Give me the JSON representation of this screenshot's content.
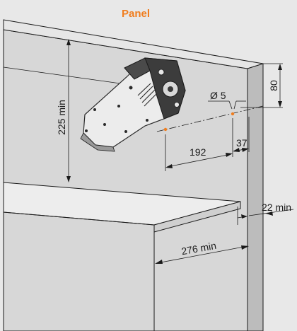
{
  "title": "Panel",
  "colors": {
    "accent": "#f07d1e",
    "background": "#e8e8e8",
    "panel_front": "#d6d6d6",
    "panel_side": "#bdbdbd",
    "shelf": "#ececec",
    "mechanism_dark": "#3a3a3a",
    "mechanism_light": "#ededed"
  },
  "dimensions": {
    "height_min": "225 min",
    "top_offset": "80",
    "hole_diameter": "Ø 5",
    "hole_spacing": "192",
    "hole_offset": "37",
    "side_min": "22 min",
    "depth_min": "276 min"
  }
}
